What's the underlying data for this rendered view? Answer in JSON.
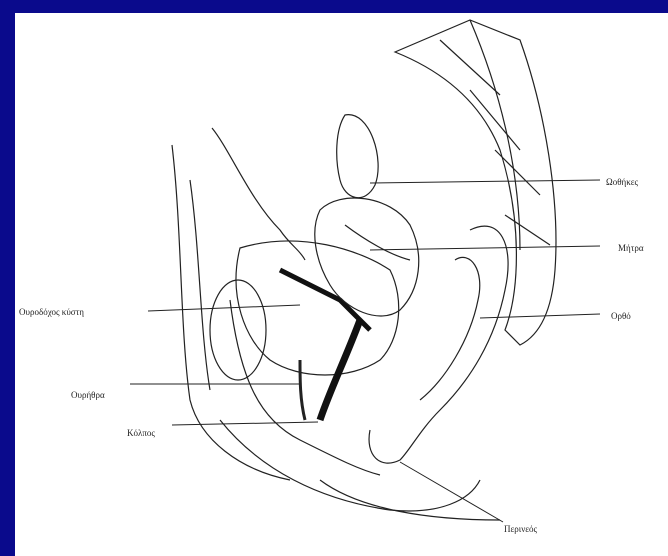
{
  "diagram": {
    "colors": {
      "frame": "#0a0a8c",
      "panel": "#ffffff",
      "ink": "#222222"
    },
    "labels": {
      "ovaries": "Ωοθήκες",
      "uterus": "Μήτρα",
      "bladder": "Ουροδόχος κύστη",
      "rectum": "Ορθό",
      "urethra": "Ουρήθρα",
      "vagina": "Κόλπος",
      "perineum": "Περινεός"
    }
  }
}
